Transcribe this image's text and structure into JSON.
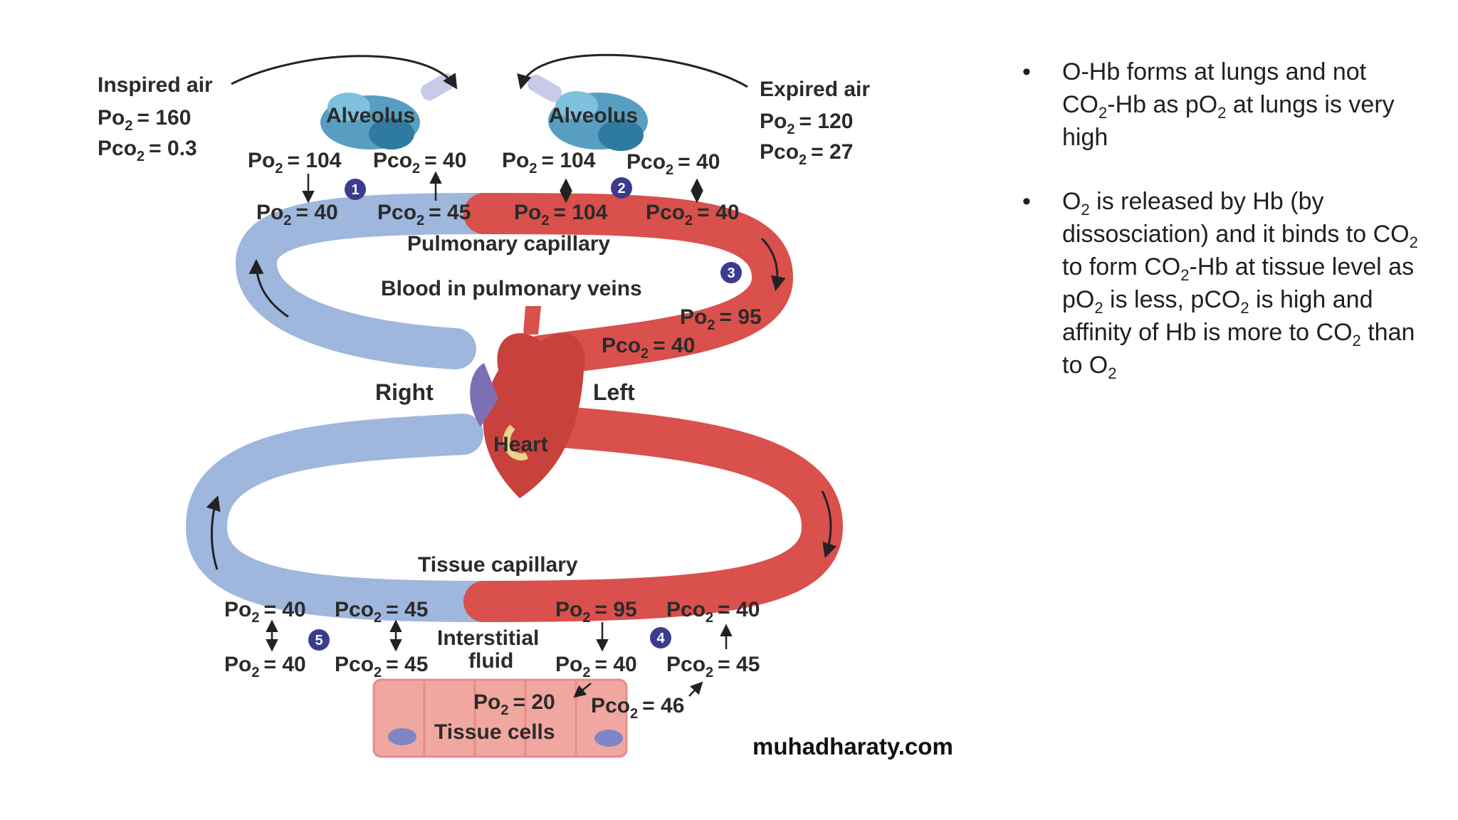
{
  "diagram": {
    "inspired": {
      "title": "Inspired air",
      "po2": "= 160",
      "pco2": "= 0.3"
    },
    "expired": {
      "title": "Expired air",
      "po2": "= 120",
      "pco2": "= 27"
    },
    "alveolus_label": "Alveolus",
    "alveolus_left": {
      "po2": "= 104",
      "pco2": "= 40"
    },
    "alveolus_right": {
      "po2": "= 104",
      "pco2": "= 40"
    },
    "pulm_cap_left": {
      "po2": "= 40",
      "pco2": "= 45"
    },
    "pulm_cap_right": {
      "po2": "= 104",
      "pco2": "= 40"
    },
    "pulmonary_capillary": "Pulmonary capillary",
    "pulmonary_veins": "Blood in pulmonary veins",
    "veins_values": {
      "po2": "= 95",
      "pco2": "= 40"
    },
    "right": "Right",
    "left": "Left",
    "heart": "Heart",
    "tissue_capillary": "Tissue capillary",
    "tissue_cap_left": {
      "po2": "= 40",
      "pco2": "= 45"
    },
    "tissue_cap_right": {
      "po2": "= 95",
      "pco2": "= 40"
    },
    "interstitial_1": "Interstitial",
    "interstitial_2": "fluid",
    "interstitial_left": {
      "po2": "= 40",
      "pco2": "= 45"
    },
    "interstitial_right": {
      "po2": "= 40",
      "pco2": "= 45"
    },
    "cells": {
      "po2": "= 20",
      "pco2": "= 46"
    },
    "tissue_cells": "Tissue cells",
    "watermark": "muhadharaty.com",
    "steps": [
      "1",
      "2",
      "3",
      "4",
      "5"
    ],
    "po_prefix": "Po",
    "pco_prefix": "Pco",
    "sub2": "2"
  },
  "bullets": [
    {
      "dot": "•",
      "parts": [
        {
          "t": "O-Hb forms at lungs and not CO"
        },
        {
          "s": "2"
        },
        {
          "t": "-Hb as pO"
        },
        {
          "s": "2"
        },
        {
          "t": " at lungs is very high"
        }
      ]
    },
    {
      "dot": "•",
      "parts": [
        {
          "t": "O"
        },
        {
          "s": "2"
        },
        {
          "t": " is released by Hb (by dissosciation) and it binds to CO"
        },
        {
          "s": "2"
        },
        {
          "t": " to form CO"
        },
        {
          "s": "2"
        },
        {
          "t": "-Hb at tissue level as pO"
        },
        {
          "s": "2"
        },
        {
          "t": " is less, pCO"
        },
        {
          "s": "2"
        },
        {
          "t": " is high and affinity of Hb is more to CO"
        },
        {
          "s": "2"
        },
        {
          "t": " than to O"
        },
        {
          "s": "2"
        }
      ]
    }
  ],
  "colors": {
    "venous": "#9fb6dd",
    "arterial": "#d9504c",
    "step_badge": "#3b3b8f",
    "alveolus": "#3b8db5",
    "tissue_cell": "#f0a7a0"
  }
}
